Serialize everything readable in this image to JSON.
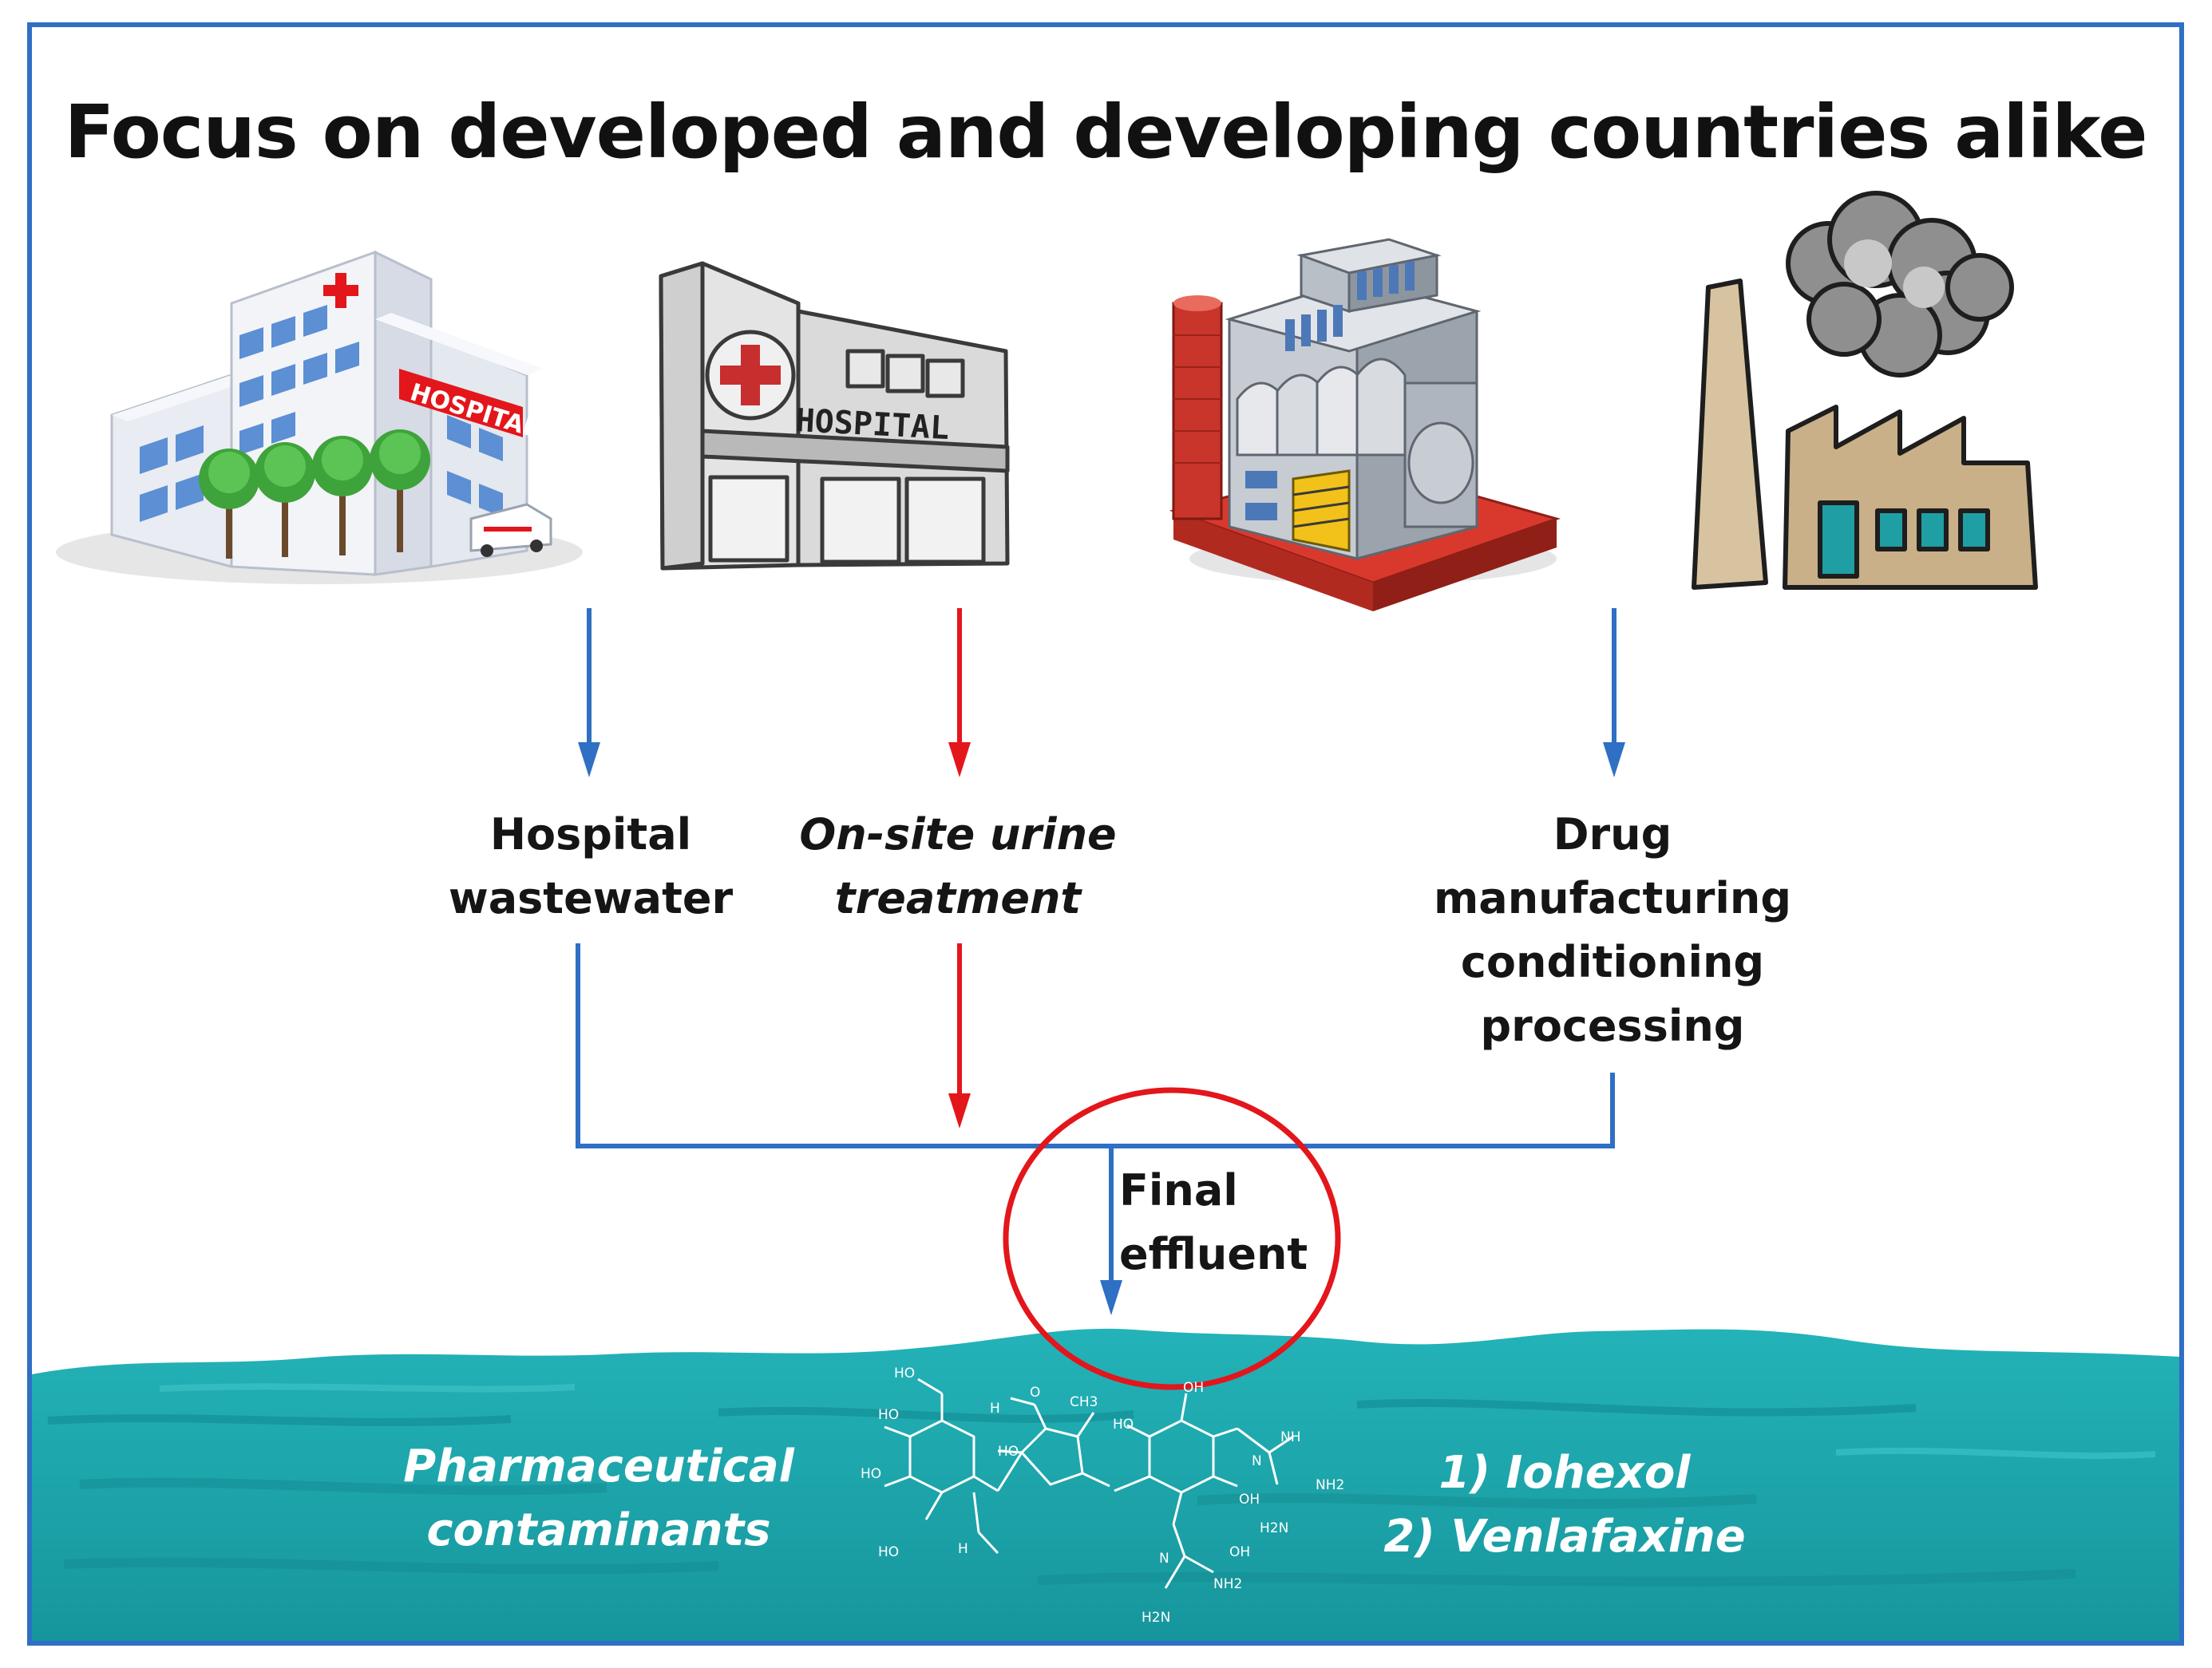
{
  "title": "Focus on developed and developing countries alike",
  "icons": {
    "hospital_1": "hospital-building-icon",
    "hospital_2": "hospital-sketch-icon",
    "factory_1": "pharma-factory-icon",
    "factory_2": "factory-smokestack-icon"
  },
  "signage": {
    "hospital_1_sign": "HOSPITAL",
    "hospital_2_sign": "HOSPITAL"
  },
  "sources": {
    "hospital_wastewater": [
      "Hospital",
      "wastewater"
    ],
    "onsite_urine": [
      "On-site urine",
      "treatment"
    ],
    "drug_manufacturing": [
      "Drug",
      "manufacturing",
      "conditioning",
      "processing"
    ]
  },
  "final_effluent": [
    "Final",
    "effluent"
  ],
  "water": {
    "left_label": [
      "Pharmaceutical",
      "contaminants"
    ],
    "right_label": [
      "1) Iohexol",
      "2) Venlafaxine"
    ]
  },
  "molecule_labels": [
    "HO",
    "HO",
    "HO",
    "HO",
    "HO",
    "HO",
    "OH",
    "OH",
    "OH",
    "O",
    "H",
    "CH3",
    "H2N",
    "NH2",
    "NH",
    "N",
    "N",
    "NH2",
    "H2N",
    "H"
  ],
  "colors": {
    "frame": "#2f6fc4",
    "blue_arrow": "#2f6fc4",
    "red_arrow": "#e3161b",
    "water": "#1fa7ad",
    "water_dark": "#138b92",
    "circle": "#e3161b"
  }
}
